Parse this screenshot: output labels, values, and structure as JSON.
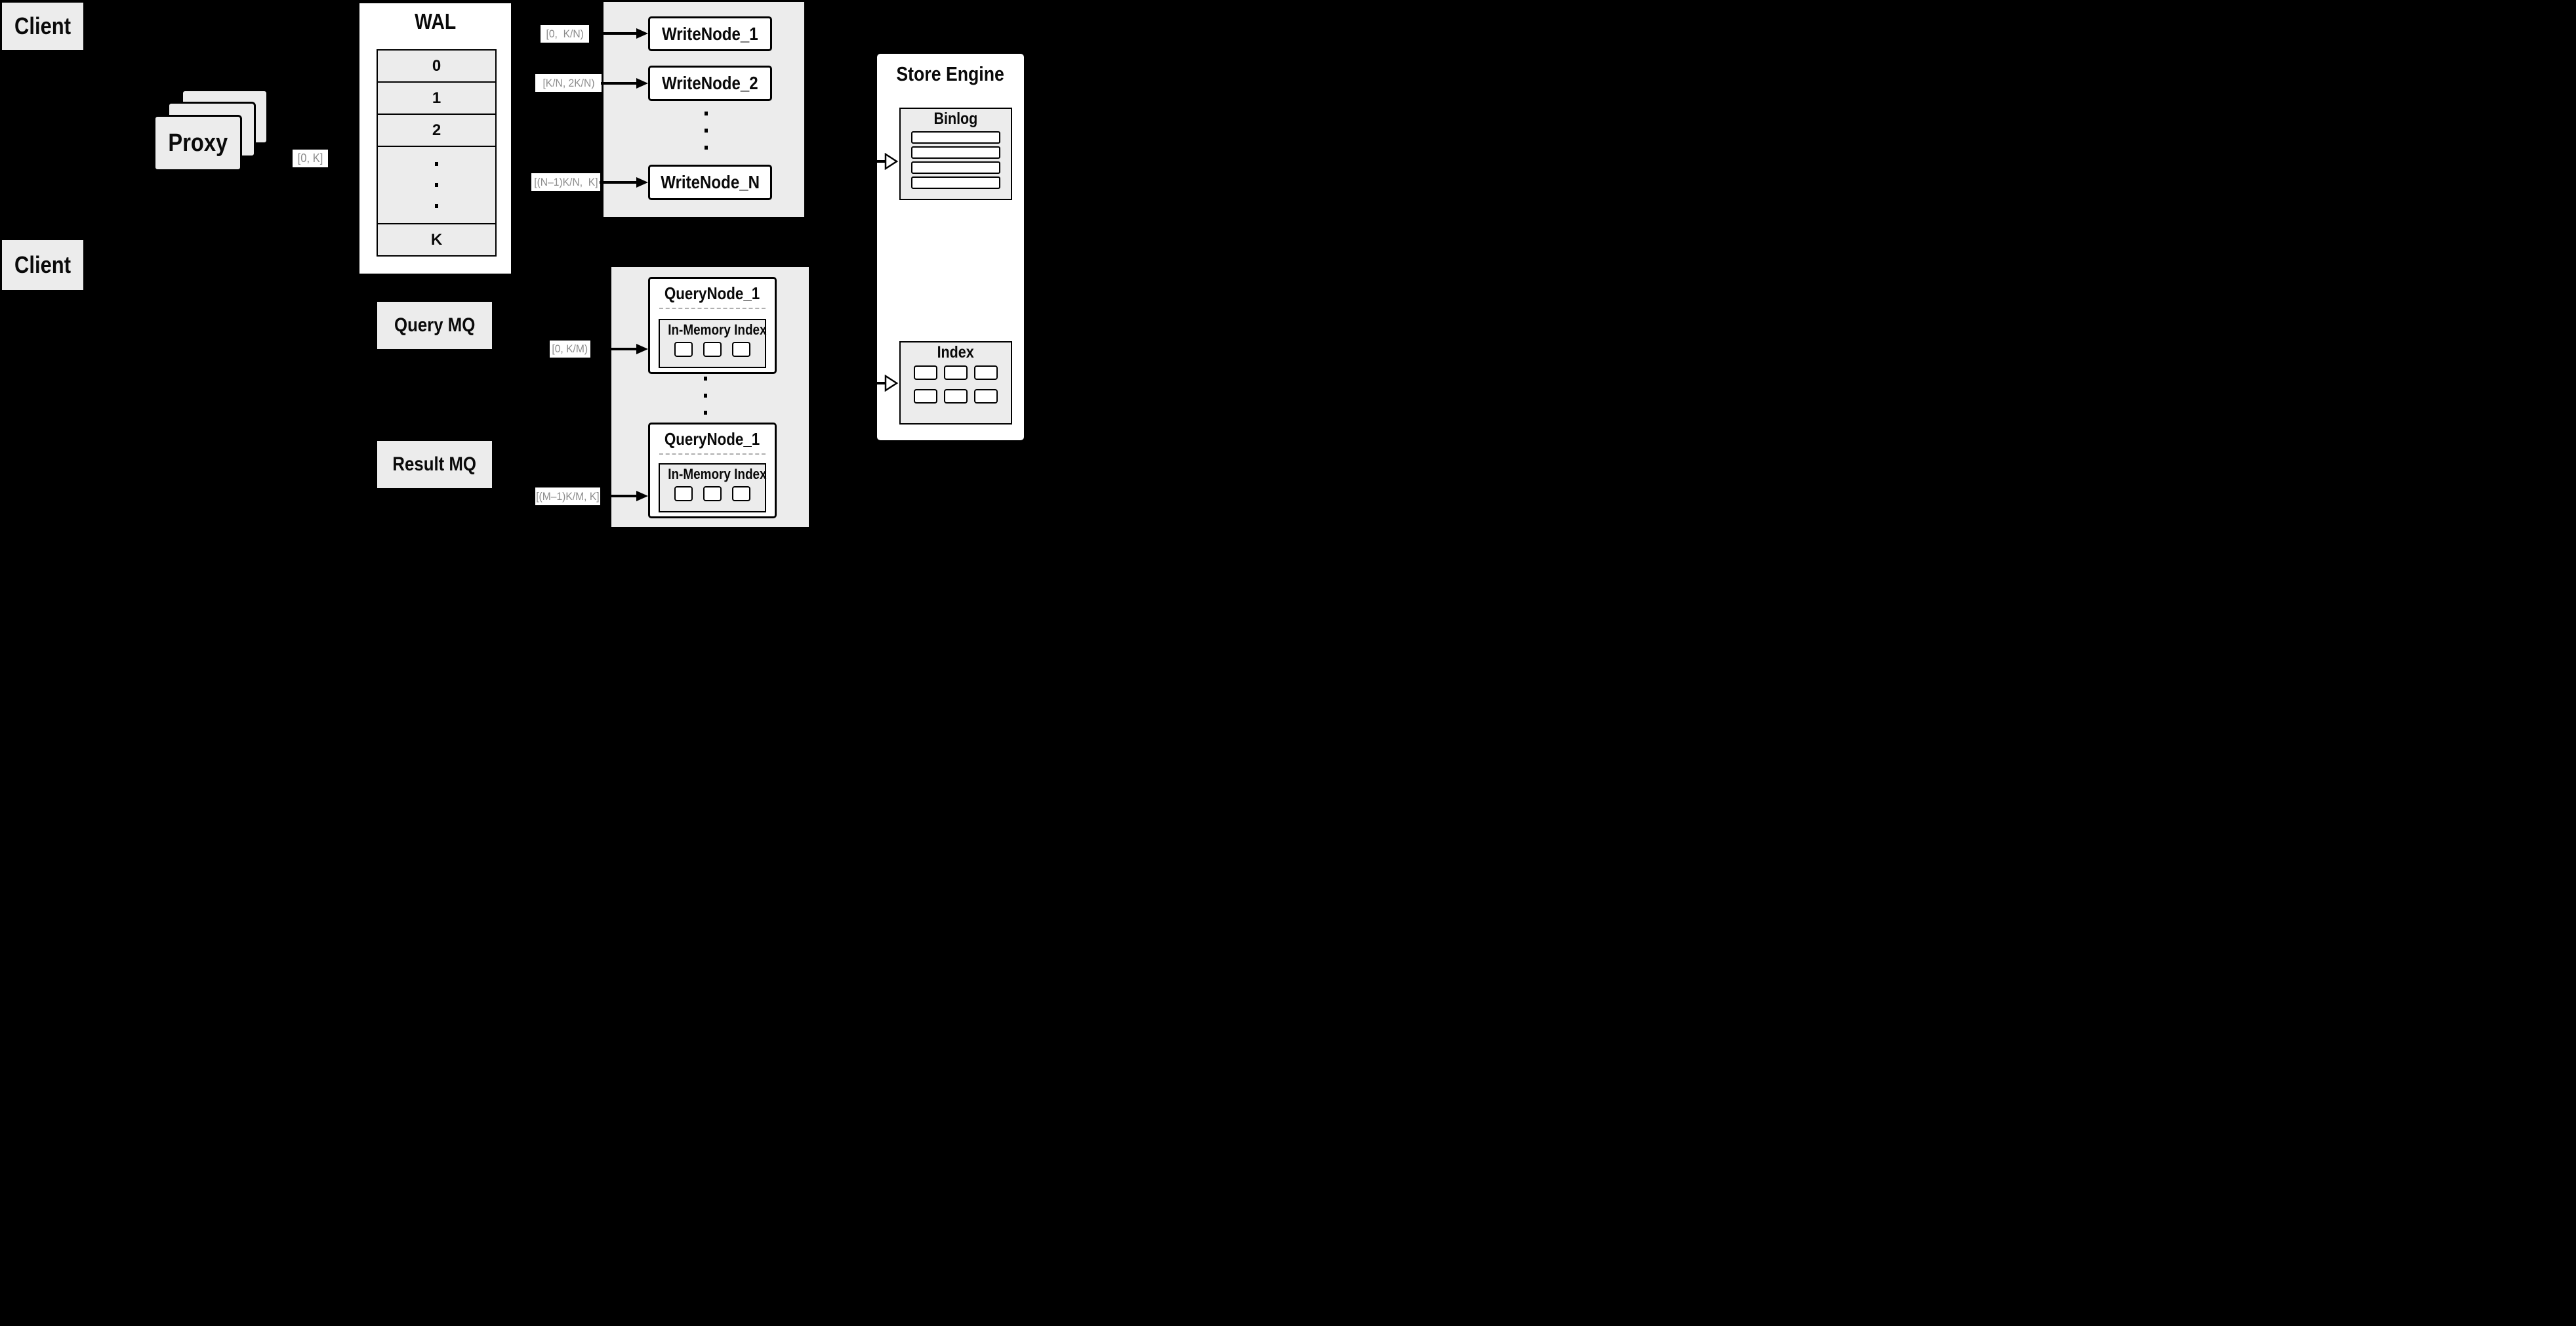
{
  "diagram": {
    "clients": {
      "top": "Client",
      "bottom": "Client"
    },
    "proxy": {
      "label": "Proxy",
      "range_label": "[0, K]"
    },
    "wal": {
      "title": "WAL",
      "segments": [
        "0",
        "1",
        "2"
      ],
      "last_segment": "K"
    },
    "write_group": {
      "nodes": [
        {
          "label": "WriteNode_1",
          "range": "[0,  K/N)"
        },
        {
          "label": "WriteNode_2",
          "range": "[K/N, 2K/N)"
        },
        {
          "label": "WriteNode_N",
          "range": "[(N–1)K/N,  K]"
        }
      ]
    },
    "store_engine": {
      "title": "Store Engine",
      "binlog_title": "Binlog",
      "index_title": "Index"
    },
    "mq": {
      "query": "Query MQ",
      "result": "Result MQ"
    },
    "query_group": {
      "nodes": [
        {
          "label": "QueryNode_1",
          "range": "[0, K/M)",
          "inmem": "In-Memory Index"
        },
        {
          "label": "QueryNode_1",
          "range": "[(M–1)K/M, K]",
          "inmem": "In-Memory Index"
        }
      ]
    },
    "colors": {
      "background": "#000000",
      "panel_fill": "#ececec",
      "node_fill": "#ffffff",
      "border": "#000000",
      "range_text": "#8c8c8c"
    }
  }
}
